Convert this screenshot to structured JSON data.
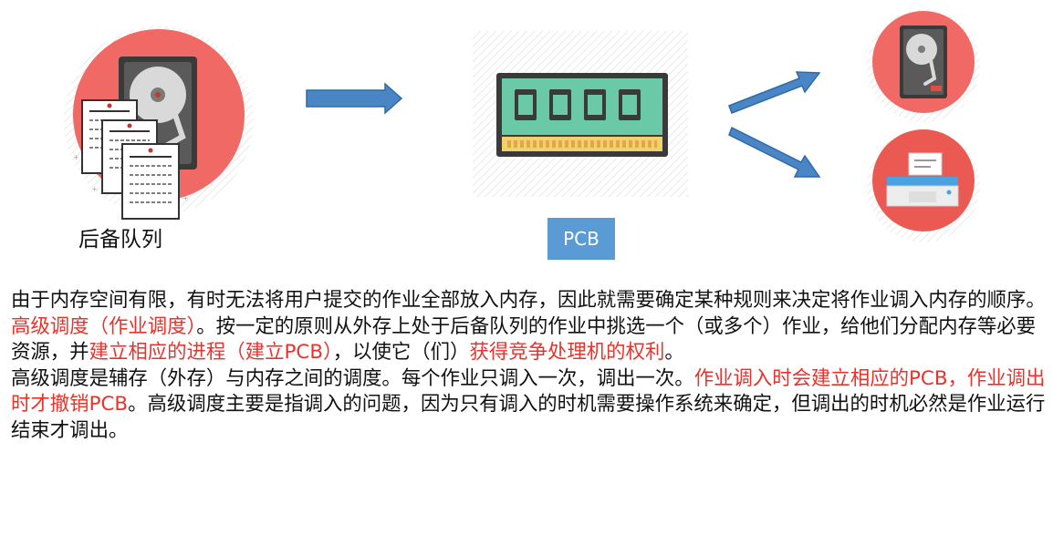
{
  "diagram": {
    "queue_label": "后备队列",
    "pcb_label": "PCB",
    "icons": {
      "source": "hard-drive-with-jobs-icon",
      "memory": "memory-module-icon",
      "disk": "hard-disk-icon",
      "printer": "printer-icon",
      "arrow_right": "right-arrow-icon",
      "arrow_up": "up-right-arrow-icon",
      "arrow_down": "down-right-arrow-icon"
    },
    "colors": {
      "circle": "#f06964",
      "arrow": "#4a86c5",
      "pcb_box": "#5b9bd5",
      "ram_board": "#6ac9a6",
      "highlight": "#e8332c"
    }
  },
  "paragraphs": {
    "p1": "由于内存空间有限，有时无法将用户提交的作业全部放入内存，因此就需要确定某种规则来决定将作业调入内存的顺序。",
    "p2_a": "高级调度（作业调度）",
    "p2_b": "。按一定的原则从外存上处于后备队列的作业中挑选一个（或多个）作业，给他们分配内存等必要资源，并",
    "p2_c": "建立相应的进程（建立PCB）",
    "p2_d": "，以使它（们）",
    "p2_e": "获得竞争处理机的权利",
    "p2_f": "。",
    "p3_a": "高级调度是辅存（外存）与内存之间的调度。每个作业只调入一次，调出一次。",
    "p3_b": "作业调入时会建立相应的PCB，作业调出时才撤销PCB",
    "p3_c": "。高级调度主要是指调入的问题，因为只有调入的时机需要操作系统来确定，但调出的时机必然是作业运行结束才调出。"
  }
}
